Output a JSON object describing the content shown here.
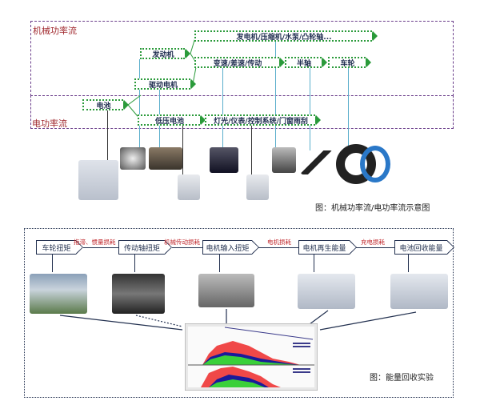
{
  "top": {
    "mech_label": "机械功率流",
    "elec_label": "电功率流",
    "nodes": {
      "accessories": "发电机/压缩机/水泵/凸轮轴...",
      "engine": "发动机",
      "transmission": "变速/差速/传动",
      "halfshaft": "半轴",
      "wheel": "车轮",
      "drive_motor": "驱动电机",
      "battery": "电池",
      "lv_battery": "低压电池",
      "loads": "灯光/仪表/控制系统/门窗雨刮"
    },
    "caption": "图：机械功率流/电功率流示意图"
  },
  "bottom": {
    "stages": [
      "车轮扭矩",
      "传动轴扭矩",
      "电机输入扭矩",
      "电机再生能量",
      "电池回收能量"
    ],
    "losses": [
      "拖滞、惯量损耗",
      "机械传动损耗",
      "电机损耗",
      "充电损耗"
    ],
    "caption": "图：能量回收实验"
  },
  "colors": {
    "mech_zone": "#6a3d8a",
    "label_red": "#a0282d",
    "node_border": "#2a9a3a",
    "flow": "#22304f"
  }
}
